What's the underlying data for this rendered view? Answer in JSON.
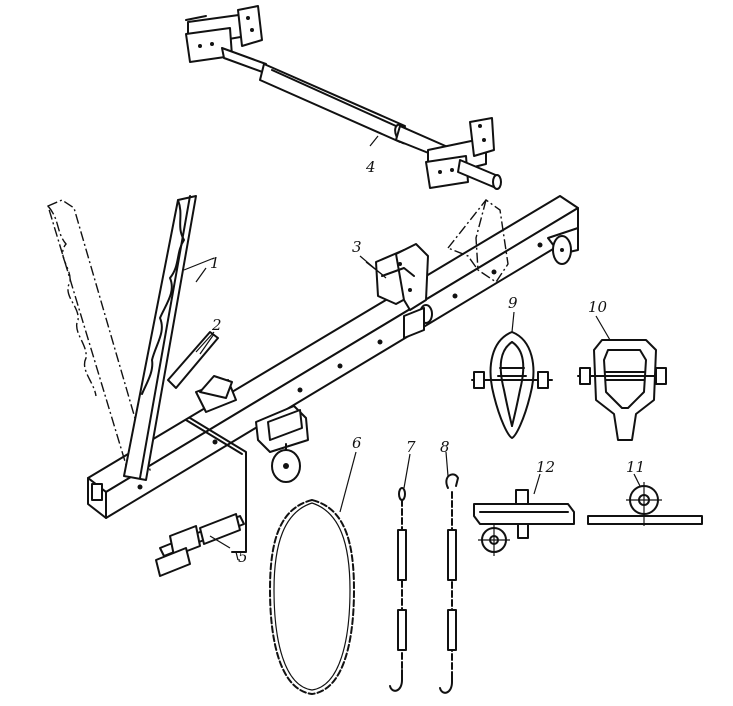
{
  "callouts": [
    {
      "id": "1",
      "text": "1"
    },
    {
      "id": "2",
      "text": "2"
    },
    {
      "id": "3",
      "text": "3"
    },
    {
      "id": "4",
      "text": "4"
    },
    {
      "id": "5",
      "text": "5"
    },
    {
      "id": "6",
      "text": "6"
    },
    {
      "id": "7",
      "text": "7"
    },
    {
      "id": "8",
      "text": "8"
    },
    {
      "id": "9",
      "text": "9"
    },
    {
      "id": "10",
      "text": "10"
    },
    {
      "id": "11",
      "text": "11"
    },
    {
      "id": "12",
      "text": "12"
    }
  ],
  "colors": {
    "ink": "#111111",
    "paper": "#ffffff"
  }
}
